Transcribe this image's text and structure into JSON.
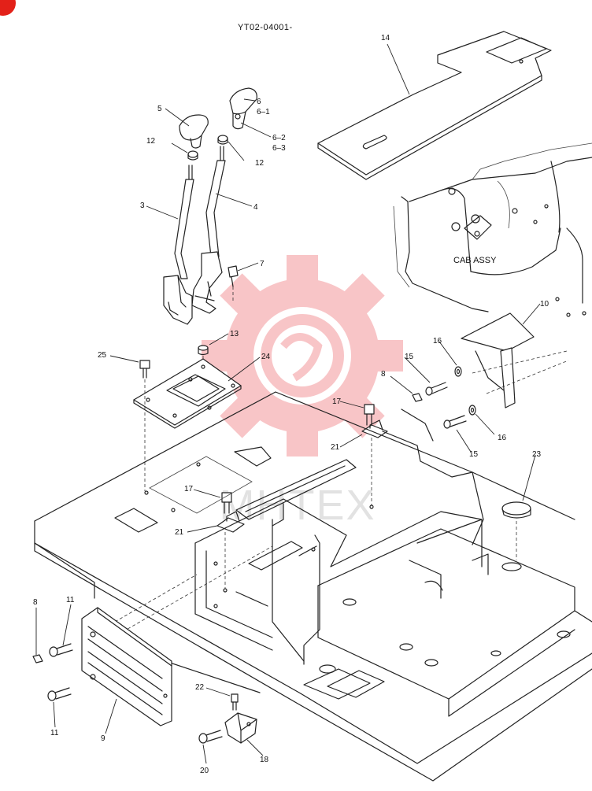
{
  "document": {
    "code": "YT02-04001-",
    "cab_label": "CAB ASSY",
    "watermark_text": "MHTEX"
  },
  "colors": {
    "line": "#222222",
    "watermark": "#e8323a",
    "corner_mark": "#e32119"
  },
  "callouts": [
    {
      "id": "c14",
      "text": "14"
    },
    {
      "id": "c5",
      "text": "5"
    },
    {
      "id": "c6",
      "text": "6"
    },
    {
      "id": "c6-1",
      "text": "6–1"
    },
    {
      "id": "c12a",
      "text": "12"
    },
    {
      "id": "c6-2",
      "text": "6–2"
    },
    {
      "id": "c6-3",
      "text": "6–3"
    },
    {
      "id": "c12b",
      "text": "12"
    },
    {
      "id": "c3",
      "text": "3"
    },
    {
      "id": "c4",
      "text": "4"
    },
    {
      "id": "c7",
      "text": "7"
    },
    {
      "id": "c10",
      "text": "10"
    },
    {
      "id": "c13",
      "text": "13"
    },
    {
      "id": "c25",
      "text": "25"
    },
    {
      "id": "c24",
      "text": "24"
    },
    {
      "id": "c16a",
      "text": "16"
    },
    {
      "id": "c15a",
      "text": "15"
    },
    {
      "id": "c8a",
      "text": "8"
    },
    {
      "id": "c17a",
      "text": "17"
    },
    {
      "id": "c21a",
      "text": "21"
    },
    {
      "id": "c15b",
      "text": "15"
    },
    {
      "id": "c16b",
      "text": "16"
    },
    {
      "id": "c23",
      "text": "23"
    },
    {
      "id": "c17b",
      "text": "17"
    },
    {
      "id": "c21b",
      "text": "21"
    },
    {
      "id": "c8b",
      "text": "8"
    },
    {
      "id": "c11a",
      "text": "11"
    },
    {
      "id": "c11b",
      "text": "11"
    },
    {
      "id": "c9",
      "text": "9"
    },
    {
      "id": "c22",
      "text": "22"
    },
    {
      "id": "c20",
      "text": "20"
    },
    {
      "id": "c18",
      "text": "18"
    }
  ]
}
